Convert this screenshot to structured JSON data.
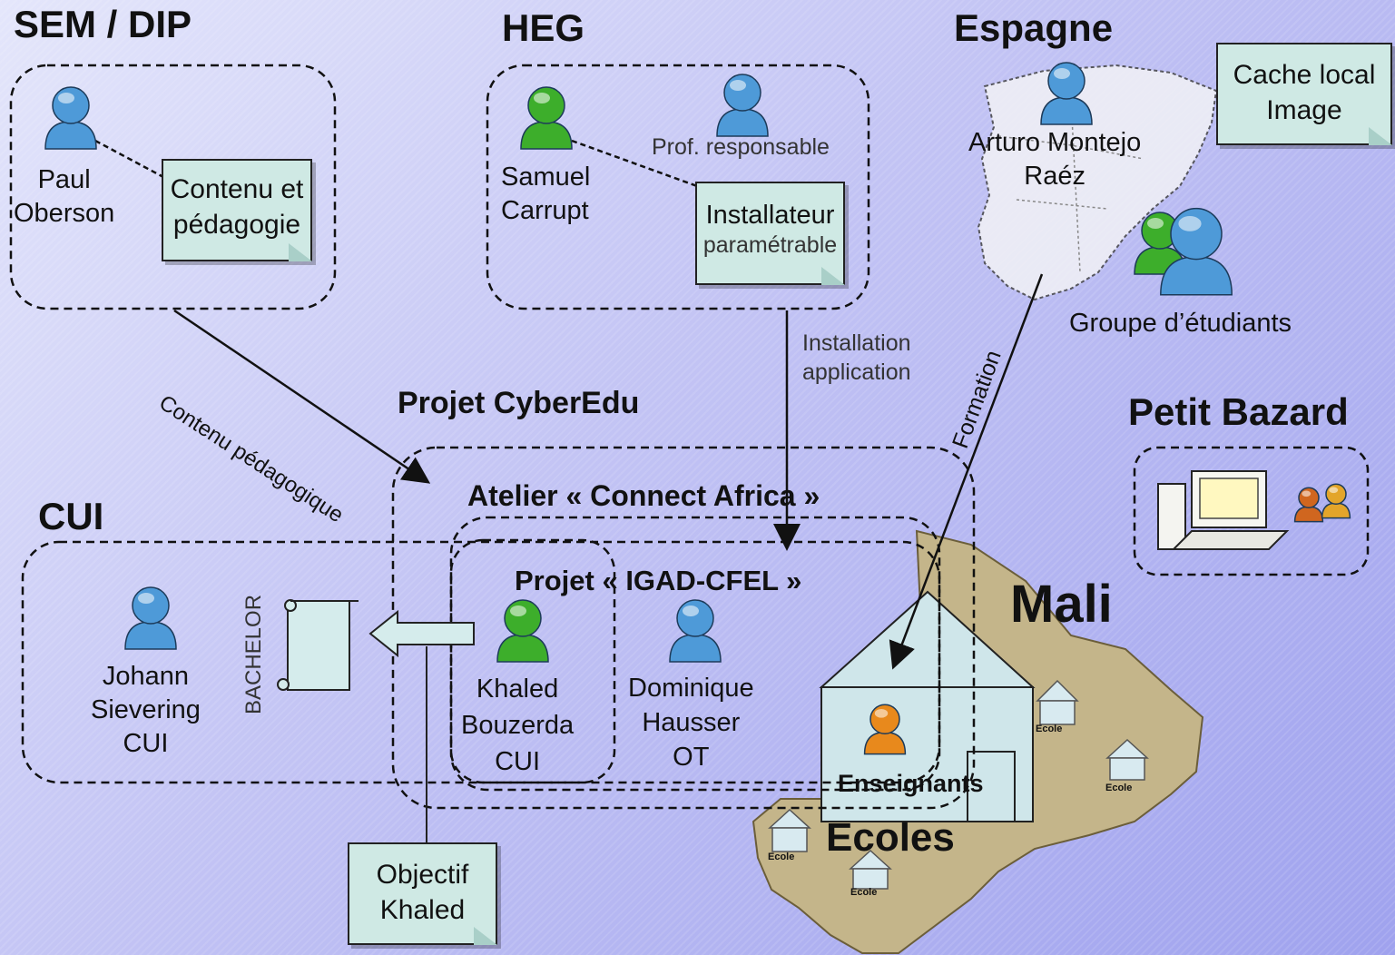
{
  "headings": {
    "sem_dip": "SEM / DIP",
    "heg": "HEG",
    "espagne": "Espagne",
    "cui": "CUI",
    "projet_cyberedu": "Projet CyberEdu",
    "atelier": "Atelier « Connect Africa »",
    "projet_igad": "Projet « IGAD-CFEL »",
    "petit_bazard": "Petit Bazard",
    "mali": "Mali",
    "ecoles": "Ecoles"
  },
  "people": {
    "paul": "Paul\nOberson",
    "samuel": "Samuel\nCarrupt",
    "prof_role": "Prof. responsable",
    "arturo": "Arturo Montejo\nRaéz",
    "groupe": "Groupe d’étudiants",
    "johann": "Johann\nSievering\nCUI",
    "khaled": "Khaled\nBouzerda\nCUI",
    "dominique": "Dominique\nHausser\nOT",
    "enseignants": "Enseignants"
  },
  "notes": {
    "contenu": "Contenu et\npédagogie",
    "installateur_title": "Installateur",
    "installateur_sub": "paramétrable",
    "cache": "Cache local\nImage",
    "objectif": "Objectif\nKhaled"
  },
  "arrows": {
    "contenu_pedagogique": "Contenu pédagogique",
    "installation": "Installation\napplication",
    "formation": "Formation",
    "bachelor": "BACHELOR"
  },
  "map_labels": {
    "ecole": "Ecole"
  },
  "colors": {
    "note_fill": "#cfe9e4",
    "person_blue": "#4e9ad8",
    "person_green": "#3dae2b",
    "map_fill": "#c4b58a"
  }
}
